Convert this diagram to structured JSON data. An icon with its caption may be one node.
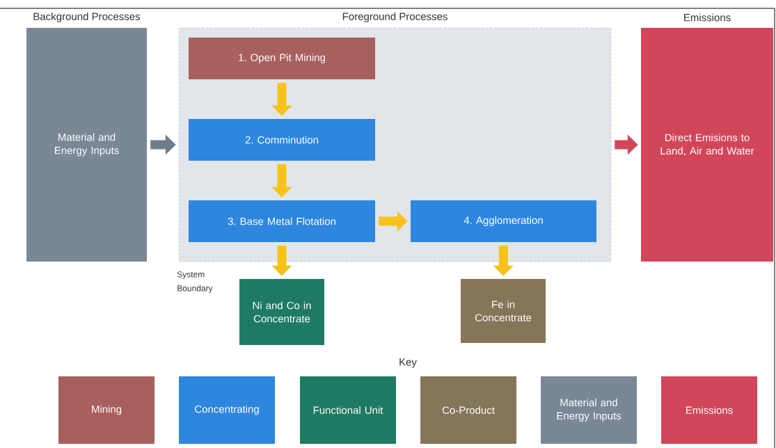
{
  "diagram": {
    "nodes": [
      {
        "text": [
          "Material and Energy Inputs"
        ],
        "beside": [
          "Background Processes"
        ]
      },
      {
        "text": [
          "Foreground Processes"
        ],
        "beside": [
          "System Boundary"
        ]
      },
      {
        "text": [
          "1. Open Pit Mining"
        ],
        "in": 1
      },
      {
        "text": [
          "2. Comminution"
        ],
        "in": 1
      },
      {
        "text": [
          "3. Base Metal Flotation"
        ],
        "in": 1
      },
      {
        "text": [
          "4. Agglomeration"
        ],
        "in": 1
      },
      {
        "text": [
          "Direct Emisions to Land, Air and Water"
        ],
        "beside": [
          "Emissions"
        ]
      },
      {
        "text": [
          "Ni and Co in Concentrate"
        ]
      },
      {
        "text": [
          "Fe in Concentrate"
        ]
      }
    ],
    "edges": [
      {
        "from": 0,
        "to": 1,
        "arrow": "to",
        "color": "#6f7e8c"
      },
      {
        "from": 2,
        "to": 3,
        "arrow": "to"
      },
      {
        "from": 3,
        "to": 4,
        "arrow": "to"
      },
      {
        "from": 4,
        "to": 5,
        "arrow": "to"
      },
      {
        "from": 4,
        "to": 7,
        "arrow": "to"
      },
      {
        "from": 5,
        "to": 8,
        "arrow": "to"
      },
      {
        "from": 1,
        "to": 6,
        "arrow": "to",
        "color": "#d2465a"
      }
    ],
    "labels": [
      "Key"
    ],
    "legend": [
      {
        "text": "Mining",
        "color": "#a8605e"
      },
      {
        "text": "Concentrating",
        "color": "#2e86de"
      },
      {
        "text": "Functional Unit",
        "color": "#1f7a64"
      },
      {
        "text": "Co-Product",
        "color": "#857559"
      },
      {
        "text": "Material and Energy Inputs",
        "color": "#7a8896"
      },
      {
        "text": "Emissions",
        "color": "#d2465a"
      }
    ]
  }
}
